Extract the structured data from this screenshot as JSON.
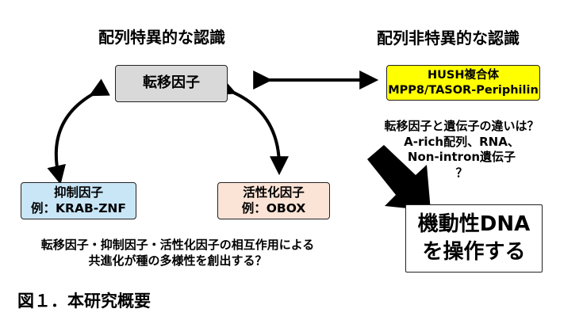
{
  "headings": {
    "specific": "配列特異的な認識",
    "nonspecific": "配列非特異的な認識"
  },
  "boxes": {
    "transposon": {
      "label": "転移因子",
      "fill": "#d9d9d9"
    },
    "hush": {
      "line1": "HUSH複合体",
      "line2": "MPP8/TASOR-Periphilin",
      "fill": "#ffff00"
    },
    "repressor": {
      "line1": "抑制因子",
      "line2": "例：KRAB-ZNF",
      "fill": "#c9e6f7"
    },
    "activator": {
      "line1": "活性化因子",
      "line2": "例：OBOX",
      "fill": "#fbe3d6"
    },
    "mobile_dna": {
      "line1": "機動性DNA",
      "line2": "を操作する",
      "fill": "#ffffff"
    }
  },
  "question": {
    "line1": "転移因子と遺伝子の違いは？",
    "line2": "A-rich配列、RNA、",
    "line3": "Non-intron遺伝子",
    "line4": "？"
  },
  "interaction": {
    "line1": "転移因子・抑制因子・活性化因子の相互作用による",
    "line2": "共進化が種の多様性を創出する？"
  },
  "caption": "図１．本研究概要"
}
